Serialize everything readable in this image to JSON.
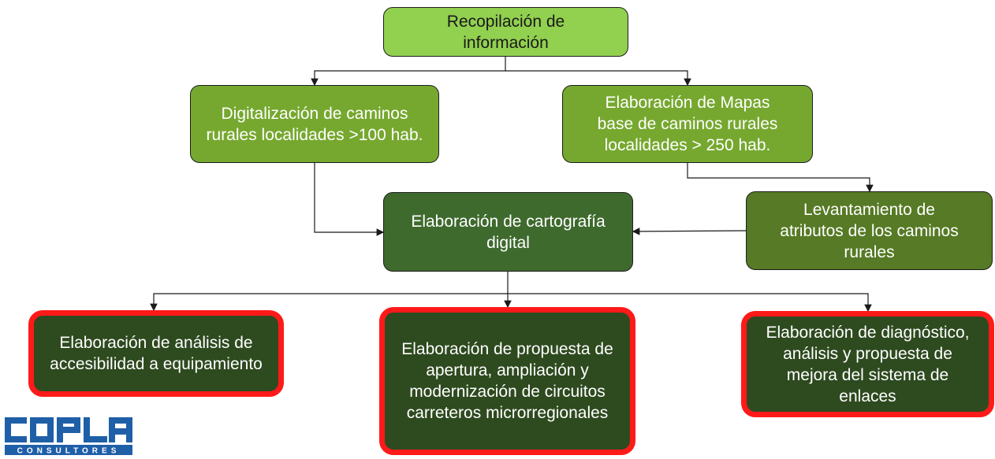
{
  "nodes": {
    "root": "Recopilación de información",
    "digitalizacion": "Digitalización de caminos rurales localidades >100 hab.",
    "mapas": "Elaboración de Mapas base de caminos rurales localidades > 250 hab.",
    "cartografia": "Elaboración de cartografía digital",
    "levantamiento": "Levantamiento de atributos de los caminos rurales",
    "accesibilidad": "Elaboración de análisis de accesibilidad a equipamiento",
    "propuesta": "Elaboración de propuesta de apertura, ampliación y modernización de circuitos carreteros microrregionales",
    "diagnostico": "Elaboración de diagnóstico, análisis y propuesta de mejora del sistema de enlaces"
  },
  "logo": {
    "name": "COPLA",
    "subtitle": "CONSULTORES",
    "color": "#1f5fa8"
  },
  "colors": {
    "level1": "#92d050",
    "level2": "#76a82f",
    "level3": "#3f6a2e",
    "level4": "#2e4a1f",
    "highlight_border": "#ff1a1a"
  }
}
